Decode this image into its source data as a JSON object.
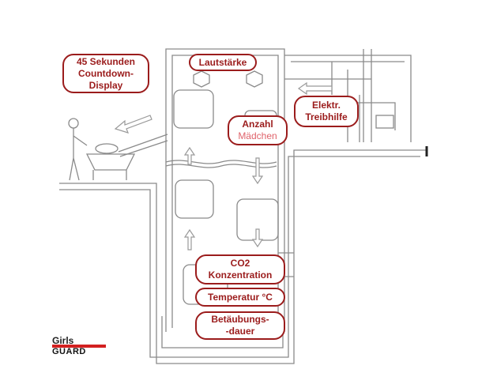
{
  "labels": {
    "countdown": [
      "45 Sekunden",
      "Countdown-",
      "Display"
    ],
    "lautstaerke": "Lautstärke",
    "treibhilfe": [
      "Elektr.",
      "Treibhilfe"
    ],
    "anzahl": [
      "Anzahl",
      "Mädchen"
    ],
    "co2": [
      "CO2",
      "Konzentration"
    ],
    "temperatur": "Temperatur °C",
    "betaeubung": [
      "Betäubungs-",
      "-dauer"
    ]
  },
  "logo": {
    "line1": "Girls",
    "line2": "GUARD"
  },
  "colors": {
    "accent": "#9b1c1c",
    "light_text": "#e0636b",
    "line": "#8a8a8a",
    "logo_bar": "#d32020"
  }
}
